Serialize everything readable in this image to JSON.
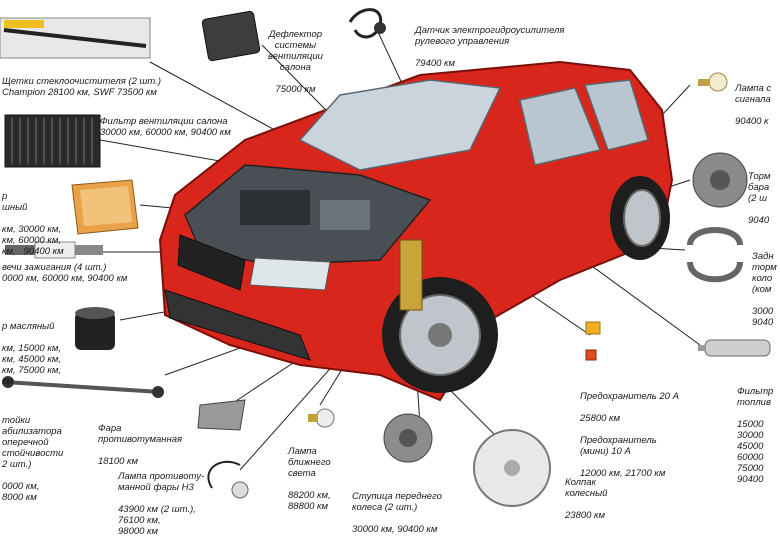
{
  "diagram": {
    "labels": [
      {
        "id": "wipers",
        "title": "Щетки стеклоочистителя (2 шт.)",
        "km": "Champion 28100 км, SWF 73500 км"
      },
      {
        "id": "deflector",
        "title": "Дефлектор\nсистемы\nвентиляции\nсалона",
        "km": "75000 км"
      },
      {
        "id": "steering-sensor",
        "title": "Датчик электрогидроусилителя\nрулевого управления",
        "km": "79400 км"
      },
      {
        "id": "signal-lamp",
        "title": "Лампа с\nсигнала",
        "km": "90400 к"
      },
      {
        "id": "cabin-filter",
        "title": "Фильтр вентиляции салона",
        "km": "30000 км, 60000 км, 90400 км"
      },
      {
        "id": "air-filter",
        "title": "р\nшный",
        "km": "км, 30000 км,\nкм, 60000 км,\nкм,   90400 км"
      },
      {
        "id": "spark-plugs",
        "title": "вечи зажигания (4 шт.)",
        "km": "0000 км, 60000 км, 90400 км"
      },
      {
        "id": "oil-filter",
        "title": "р масляный",
        "km": "км, 15000 км,\nкм, 45000 км,\nкм, 75000 км,\nкм"
      },
      {
        "id": "brake-drum",
        "title": "Торм\nбара\n(2 ш",
        "km": "9040"
      },
      {
        "id": "brake-shoes",
        "title": "Задн\nторм\nколо\n(ком",
        "km": "3000\n9040"
      },
      {
        "id": "fuses",
        "title": "Предохранитель 20 А",
        "km": "25800 км",
        "title2": "Предохранитель\n(мини) 10 А",
        "km2": "12000 км, 21700 км"
      },
      {
        "id": "fuel-filter",
        "title": "Фильтр\nтоплив",
        "km": "15000\n30000\n45000\n60000\n75000\n90400"
      },
      {
        "id": "stabilizer-link",
        "title": "тойки\nабилизатора\nоперечной\nстойчивости\n2 шт.)",
        "km": "0000 км,\n8000 км"
      },
      {
        "id": "fog-lamp",
        "title": "Фара\nпротивотуманная",
        "km": "18100 км"
      },
      {
        "id": "fog-bulb",
        "title": "Лампа противоту-\nманной фары Н3",
        "km": "43900 км (2 шт.),\n76100 км,\n98000 км"
      },
      {
        "id": "low-beam-bulb",
        "title": "Лампа\nближнего\nсвета",
        "km": "88200 км,\n88800 км"
      },
      {
        "id": "front-hub",
        "title": "Ступица переднего\nколеса (2 шт.)",
        "km": "30000 км, 90400 км"
      },
      {
        "id": "wheel-cap",
        "title": "Колпак\nколесный",
        "km": "23800 км"
      }
    ]
  }
}
